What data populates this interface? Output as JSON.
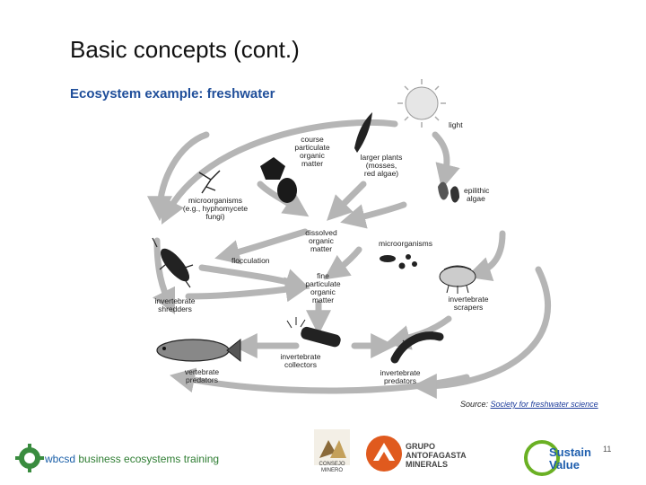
{
  "slide": {
    "title": "Basic concepts (cont.)",
    "subtitle": "Ecosystem example: freshwater",
    "source_prefix": "Source: ",
    "source_link": "Society for freshwater science",
    "page_number": "11"
  },
  "diagram": {
    "labels": {
      "light": "light",
      "course1": "course",
      "course2": "particulate",
      "course3": "organic",
      "course4": "matter",
      "larger1": "larger plants",
      "larger2": "(mosses,",
      "larger3": "red algae)",
      "epi1": "epilithic",
      "epi2": "algae",
      "micro1": "microorganisms",
      "micro2": "(e.g., hyphomycete",
      "micro3": "fungi)",
      "diss1": "dissolved",
      "diss2": "organic",
      "diss3": "matter",
      "microR": "microorganisms",
      "floc": "flocculation",
      "fine1": "fine",
      "fine2": "particulate",
      "fine3": "organic",
      "fine4": "matter",
      "shred1": "invertebrate",
      "shred2": "shredders",
      "scrap1": "invertebrate",
      "scrap2": "scrapers",
      "coll1": "invertebrate",
      "coll2": "collectors",
      "vpred1": "vertebrate",
      "vpred2": "predators",
      "ipred1": "invertebrate",
      "ipred2": "predators"
    }
  },
  "footer": {
    "wbcsd_prefix": "wbcsd",
    "wbcsd_rest": " business ecosystems training",
    "consejo": "CONSEJO MINERO",
    "grupo": "GRUPO ANTOFAGASTA MINERALS",
    "sustain1": "Sustain",
    "sustain2": "Value"
  },
  "colors": {
    "subtitle": "#1f4e9a",
    "arrow": "#b5b5b5",
    "wbcsd_green": "#2e7d32",
    "wbcsd_blue": "#1a5fa8",
    "antofagasta_orange": "#e05a1e",
    "sustain_green": "#6ab023"
  }
}
